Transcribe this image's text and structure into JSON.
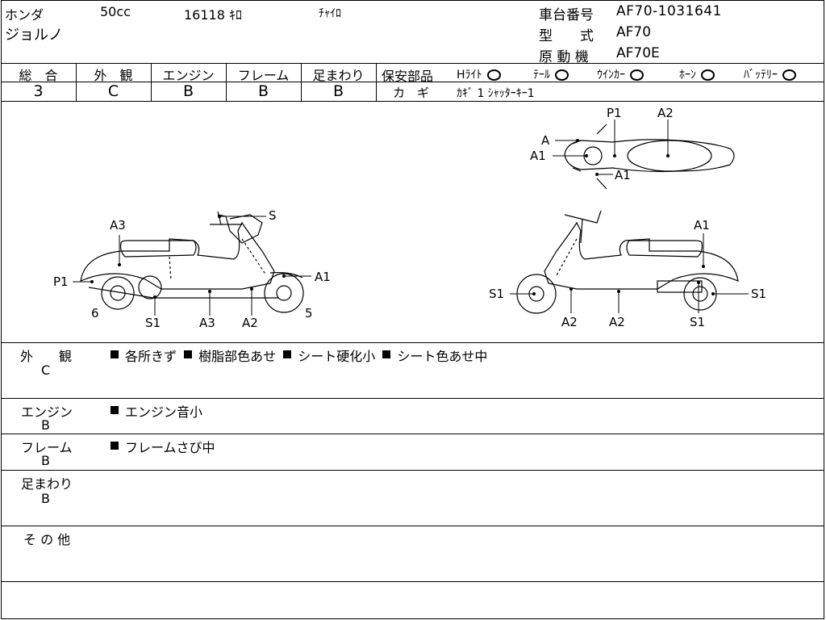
{
  "header": {
    "maker": "ホンダ",
    "cc": "50cc",
    "mileage": "16118 ｷﾛ",
    "color": "ﾁｬｲﾛ",
    "model_name": "ジョルノ",
    "frame_no_label": "車台番号",
    "frame_no": "AF70-1031641",
    "type_label": "型　　式",
    "type": "AF70",
    "engine_label": "原 動 機",
    "engine": "AF70E"
  },
  "grades": [
    {
      "label": "総　合",
      "value": "3"
    },
    {
      "label": "外　観",
      "value": "C"
    },
    {
      "label": "エンジン",
      "value": "B"
    },
    {
      "label": "フレーム",
      "value": "B"
    },
    {
      "label": "足まわり",
      "value": "B"
    }
  ],
  "safety": {
    "label": "保安部品",
    "items": [
      "Hﾗｲﾄ",
      "ﾃｰﾙ",
      "ｳｲﾝｶｰ",
      "ﾎｰﾝ",
      "ﾊﾞｯﾃﾘｰ"
    ],
    "key_label": "カ　ギ",
    "key_value": "ｶｷﾞ 1 ｼｬｯﾀｰｷｰ1"
  },
  "diagram_labels": {
    "left_view": [
      "A3",
      "S",
      "P1",
      "A1",
      "6",
      "S1",
      "A3",
      "A2",
      "5"
    ],
    "top_view": [
      "P1",
      "A2",
      "A",
      "A1",
      "A1"
    ],
    "right_view": [
      "A1",
      "S1",
      "S1",
      "S1",
      "A2",
      "A2"
    ]
  },
  "sections": [
    {
      "label": "外　　観",
      "grade": "C",
      "items": [
        "各所きず",
        "樹脂部色あせ",
        "シート硬化小",
        "シート色あせ中"
      ]
    },
    {
      "label": "エンジン",
      "grade": "B",
      "items": [
        "エンジン音小"
      ]
    },
    {
      "label": "フレーム",
      "grade": "B",
      "items": [
        "フレームさび中"
      ]
    },
    {
      "label": "足まわり",
      "grade": "B",
      "items": []
    },
    {
      "label": "そ の 他",
      "grade": "",
      "items": []
    }
  ]
}
